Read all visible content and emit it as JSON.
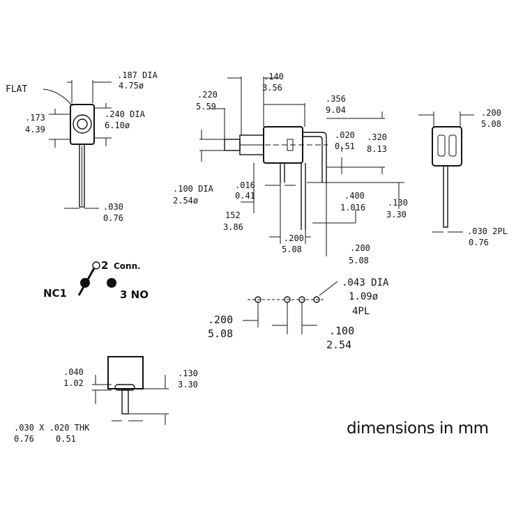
{
  "front_view": {
    "flat": "FLAT",
    "dia187_in": ".187 DIA",
    "dia187_mm": "4.75ø",
    "h173_in": ".173",
    "h173_mm": "4.39",
    "dia240_in": ".240 DIA",
    "dia240_mm": "6.10ø",
    "pin030_in": ".030",
    "pin030_mm": "0.76"
  },
  "side_view": {
    "d220_in": ".220",
    "d220_mm": "5.59",
    "d140_in": ".140",
    "d140_mm": "3.56",
    "d356_in": ".356",
    "d356_mm": "9.04",
    "d020_in": ".020",
    "d020_mm": "0.51",
    "d320_in": ".320",
    "d320_mm": "8.13",
    "d100_in": ".100 DIA",
    "d100_mm": "2.54ø",
    "d016_in": ".016",
    "d016_mm": "0.41",
    "d400_in": ".400",
    "d400_mm": "1.016",
    "d130_in": ".130",
    "d130_mm": "3.30",
    "d152_in": "152",
    "d152_mm": "3.86",
    "d200a_in": ".200",
    "d200a_mm": "5.08",
    "d200b_in": ".200",
    "d200b_mm": "5.08"
  },
  "end_view": {
    "d200_in": ".200",
    "d200_mm": "5.08",
    "pin_in": ".030 2PL",
    "pin_mm": "0.76"
  },
  "schematic": {
    "nc": "NC1",
    "comm": "2",
    "comm_label": "Conn.",
    "no": "3 NO"
  },
  "pcb_layout": {
    "hole_in": ".043 DIA",
    "hole_mm": "1.09ø",
    "hole_count": "4PL",
    "p200_in": ".200",
    "p200_mm": "5.08",
    "p100_in": ".100",
    "p100_mm": "2.54"
  },
  "terminal_detail": {
    "d040_in": ".040",
    "d040_mm": "1.02",
    "d130_in": ".130",
    "d130_mm": "3.30",
    "thk_in": ".030 X .020 THK",
    "thk_mm_a": "0.76",
    "thk_mm_b": "0.51"
  },
  "footer_note": "dimensions in mm"
}
